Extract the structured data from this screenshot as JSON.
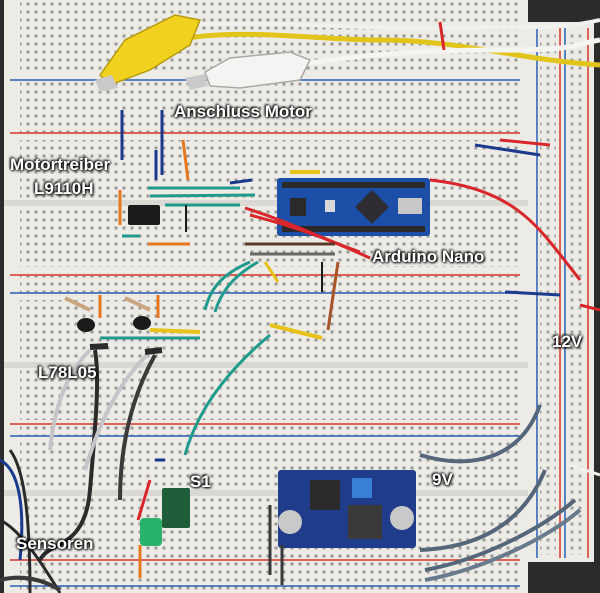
{
  "labels": {
    "motor_connection": "Anschluss Motor",
    "motor_driver_line1": "Motortreiber",
    "motor_driver_line2": "L9110H",
    "arduino": "Arduino Nano",
    "regulator": "L78L05",
    "supply_12v": "12V",
    "switch": "S1",
    "supply_9v": "9V",
    "sensors": "Sensoren"
  },
  "colors": {
    "breadboard": "#ecebe6",
    "rail_red": "#d6342c",
    "rail_blue": "#2b5fb3",
    "arduino_board": "#1c4fa8",
    "buck_module": "#1f3d8a",
    "wire_teal": "#1f9a8c",
    "wire_red": "#d9262b",
    "wire_blue": "#1a3a8c",
    "wire_orange": "#e8761f",
    "wire_yellow": "#e8c21a"
  }
}
